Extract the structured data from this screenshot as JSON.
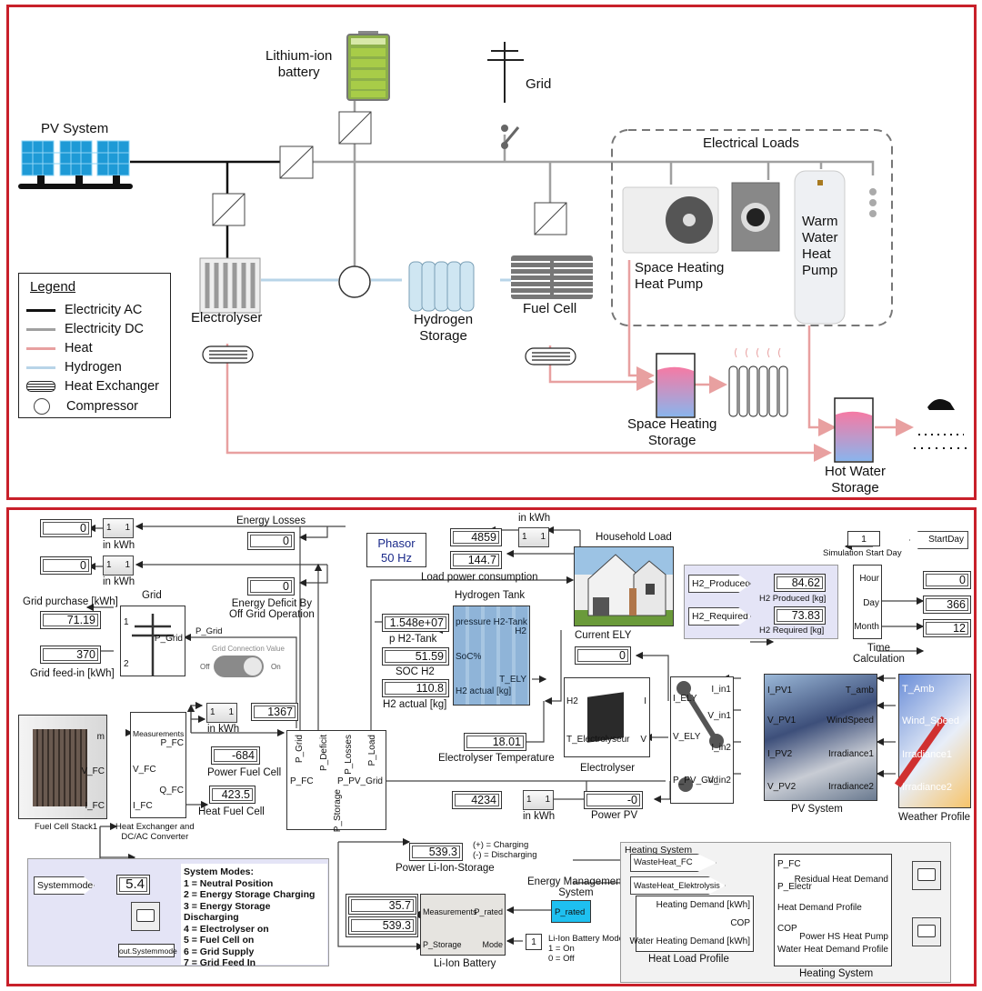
{
  "top": {
    "pv_system": "PV System",
    "battery": [
      "Lithium-ion",
      "battery"
    ],
    "grid": "Grid",
    "electrical_loads": "Electrical Loads",
    "space_heating_hp": [
      "Space Heating",
      "Heat Pump"
    ],
    "warm_water_hp": [
      "Warm",
      "Water",
      "Heat",
      "Pump"
    ],
    "electrolyser": "Electrolyser",
    "hydrogen_storage": [
      "Hydrogen",
      "Storage"
    ],
    "fuel_cell": "Fuel Cell",
    "space_heating_storage": [
      "Space Heating",
      "Storage"
    ],
    "hot_water_storage": [
      "Hot Water",
      "Storage"
    ],
    "legend": {
      "title": "Legend",
      "items": [
        {
          "label": "Electricity AC",
          "color": "#111111",
          "icon": "line"
        },
        {
          "label": "Electricity DC",
          "color": "#a0a0a0",
          "icon": "line"
        },
        {
          "label": "Heat",
          "color": "#e8a0a0",
          "icon": "line"
        },
        {
          "label": "Hydrogen",
          "color": "#b8d4e8",
          "icon": "line"
        },
        {
          "label": "Heat Exchanger",
          "icon": "heat-exchanger-icon"
        },
        {
          "label": "Compressor",
          "icon": "compressor-icon"
        }
      ]
    }
  },
  "bottom": {
    "energy_losses": {
      "label": "Energy Losses",
      "value": "0",
      "kwh": "0",
      "gain_label": "in kWh"
    },
    "energy_deficit": {
      "label": [
        "Energy Deficit By",
        "Off Grid Operation"
      ],
      "value": "0",
      "kwh": "0",
      "gain_label": "in kWh"
    },
    "grid": {
      "title": "Grid",
      "port1": "1",
      "port2": "2",
      "port_in": "P_Grid",
      "signal": "P_Grid"
    },
    "grid_purchase": {
      "label": "Grid purchase [kWh]",
      "value": "71.19"
    },
    "grid_feed_in": {
      "label": "Grid feed-in [kWh]",
      "value": "370"
    },
    "grid_switch": {
      "title": "Grid Connection Value",
      "off": "Off",
      "on": "On",
      "state": "On"
    },
    "phasor": [
      "Phasor",
      "50 Hz"
    ],
    "load": {
      "kwh_label": "in kWh",
      "kwh_value": "4859",
      "power_value": "144.7",
      "label": "Load power consumption",
      "block": "Household Load"
    },
    "hydrogen_tank": {
      "title": "Hydrogen Tank",
      "ports_out": [
        "pressure H2-Tank",
        "SoC%",
        "H2 actual [kg]"
      ],
      "ports_in": [
        "H2",
        "T_ELY"
      ],
      "pressure": {
        "value": "1.548e+07",
        "label": "p H2-Tank"
      },
      "soc": {
        "value": "51.59",
        "label": "SOC H2"
      },
      "h2_actual": {
        "value": "110.8",
        "label": "H2 actual [kg]"
      }
    },
    "current_ely": {
      "label": "Current ELY",
      "value": "0"
    },
    "electrolyser": {
      "title": "Electrolyser",
      "ports": [
        "H2",
        "T_Electrolyseur",
        "I",
        "V"
      ],
      "temp_value": "18.01",
      "temp_label": "Electrolyser Temperature",
      "sig_i": "I",
      "sig_v": "V"
    },
    "h2_panel": {
      "produced": {
        "tag": "H2_Produced",
        "value": "84.62",
        "label": "H2 Produced [kg]"
      },
      "required": {
        "tag": "H2_Required",
        "value": "73.83",
        "label": "H2 Required [kg]"
      }
    },
    "start_day": {
      "value": "1",
      "label": "Simulation Start Day",
      "tag": "StartDay"
    },
    "time_calc": {
      "title": [
        "Time",
        "Calculation"
      ],
      "ports": [
        "Hour",
        "Day",
        "Month"
      ],
      "values": [
        "0",
        "366",
        "12"
      ]
    },
    "fuel_cell": {
      "title": "Fuel Cell Stack1",
      "ports": [
        "m",
        "V_FC",
        "I_FC"
      ]
    },
    "hx_converter": {
      "title": [
        "Heat Exchanger and",
        "DC/AC Converter"
      ],
      "ports_in": [
        "Measurements",
        "V_FC",
        "I_FC"
      ],
      "ports_out": [
        "P_FC",
        "Q_FC"
      ]
    },
    "fc_kwh": {
      "value": "1367",
      "gain_label": "in kWh"
    },
    "power_fc": {
      "value": "-684",
      "label": "Power Fuel Cell"
    },
    "heat_fc": {
      "value": "423.5",
      "label": "Heat Fuel Cell"
    },
    "balance": {
      "ports_top": [
        "P_Grid",
        "P_Deficit",
        "P_Losses",
        "P_Load"
      ],
      "port_left": "P_FC",
      "port_right": "P_PV_Grid",
      "port_bottom": "P_Storage"
    },
    "switch_block": {
      "ports_left": [
        "I_ELY",
        "V_ELY",
        "P_PV_Grid"
      ],
      "ports_right": [
        "I_in1",
        "V_in1",
        "I_in2",
        "V_in2"
      ]
    },
    "pv_system": {
      "title": "PV System",
      "ports_left": [
        "I_PV1",
        "V_PV1",
        "I_PV2",
        "V_PV2"
      ],
      "ports_right": [
        "T_amb",
        "WindSpeed",
        "Irradiance1",
        "Irradiance2"
      ]
    },
    "weather": {
      "title": "Weather Profile",
      "ports": [
        "T_Amb",
        "Wind_Speed",
        "Irradiance1",
        "Irradiance2"
      ]
    },
    "pv_kwh": {
      "value": "4234",
      "gain_label": "in kWh"
    },
    "power_pv": {
      "value": "-0",
      "label": "Power PV"
    },
    "system_modes": {
      "tag": "Systemmode",
      "value": "5.4",
      "out": "out.Systemmode",
      "title": "System Modes:",
      "modes": [
        "1 = Neutral Position",
        "2 = Energy Storage Charging",
        "3 = Energy Storage Discharging",
        "4 = Electrolyser on",
        "5 = Fuel Cell on",
        "6 = Grid Supply",
        "7 = Grid Feed In"
      ]
    },
    "li_ion_storage": {
      "value": "539.3",
      "label": "Power Li-Ion-Storage",
      "note": [
        "(+) = Charging",
        "(-) = Discharging"
      ]
    },
    "li_ion_battery": {
      "title": "Li-Ion Battery",
      "ports": [
        "Measurements",
        "P_rated",
        "P_Storage",
        "Mode"
      ],
      "meas": [
        "35.7",
        "539.3"
      ],
      "mode_value": "1",
      "mode_note": [
        "Li-Ion Battery Mode:",
        "1 = On",
        "0 = Off"
      ]
    },
    "ems": {
      "label": [
        "Energy Management",
        "System"
      ],
      "port": "P_rated",
      "color": "#1ec0f0"
    },
    "heating": {
      "area_title": "Heating System",
      "tags": [
        "WasteHeat_FC",
        "WasteHeat_Elektrolysis"
      ],
      "load_profile": {
        "title": "Heat Load Profile",
        "ports": [
          "Heating Demand [kWh]",
          "COP",
          "Water Heating Demand [kWh]"
        ]
      },
      "system": {
        "title": "Heating System",
        "ports_in": [
          "P_FC",
          "P_Electr",
          "Heat Demand Profile",
          "COP",
          "Water Heat Demand Profile"
        ],
        "ports_out": [
          "Residual Heat Demand",
          "Power HS Heat Pump"
        ]
      }
    }
  }
}
